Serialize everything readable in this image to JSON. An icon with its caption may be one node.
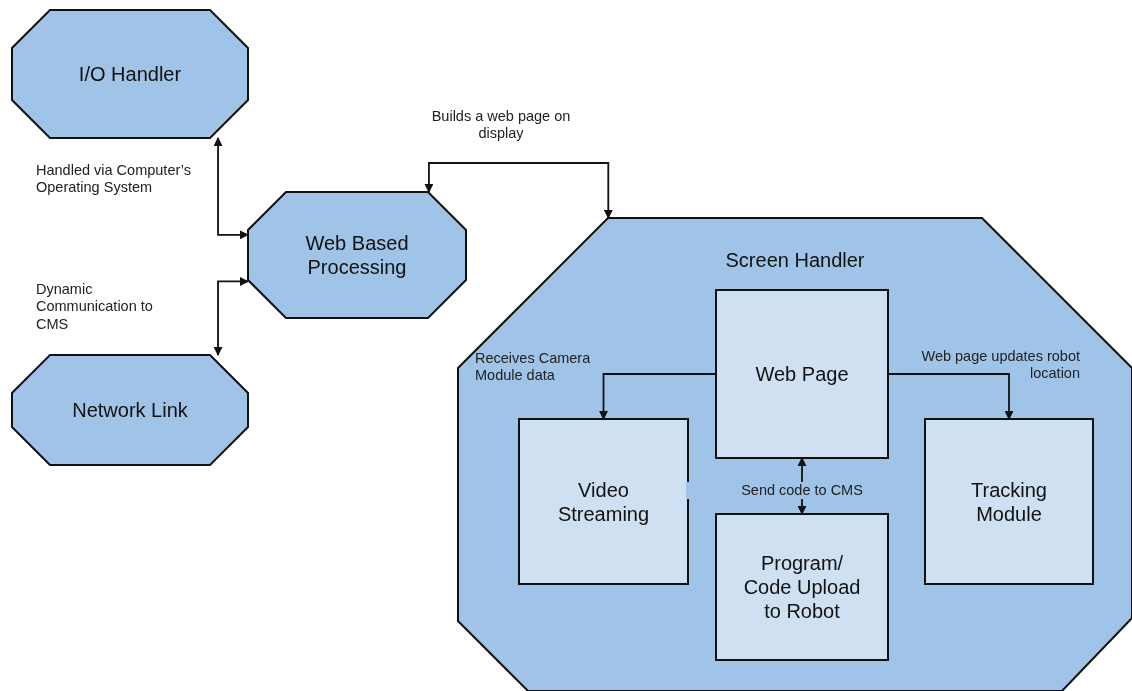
{
  "diagram": {
    "nodes": [
      {
        "text": [
          "I/O Handler"
        ]
      },
      {
        "text": [
          "Web Based Processing"
        ]
      },
      {
        "text": [
          "Network Link"
        ]
      },
      {
        "text": [
          "Screen Handler"
        ]
      },
      {
        "text": [
          "Web Page"
        ],
        "in": 3
      },
      {
        "text": [
          "Video Streaming"
        ],
        "in": 3
      },
      {
        "text": [
          "Program/ Code Upload to Robot"
        ],
        "in": 3
      },
      {
        "text": [
          "Tracking Module"
        ],
        "in": 3
      }
    ],
    "edges": [
      {
        "from": 1,
        "to": 0,
        "arrow": "both",
        "label": "Handled via Computer’s Operating System"
      },
      {
        "from": 1,
        "to": 2,
        "arrow": "both",
        "label": "Dynamic Communication to CMS"
      },
      {
        "from": 1,
        "to": 3,
        "arrow": "both",
        "label": "Builds a web page on display"
      },
      {
        "from": 4,
        "to": 5,
        "arrow": "to",
        "label": "Receives Camera Module data"
      },
      {
        "from": 4,
        "to": 7,
        "arrow": "to",
        "label": "Web page updates robot location"
      },
      {
        "from": 4,
        "to": 6,
        "arrow": "both",
        "label": "Send code to CMS"
      }
    ]
  }
}
